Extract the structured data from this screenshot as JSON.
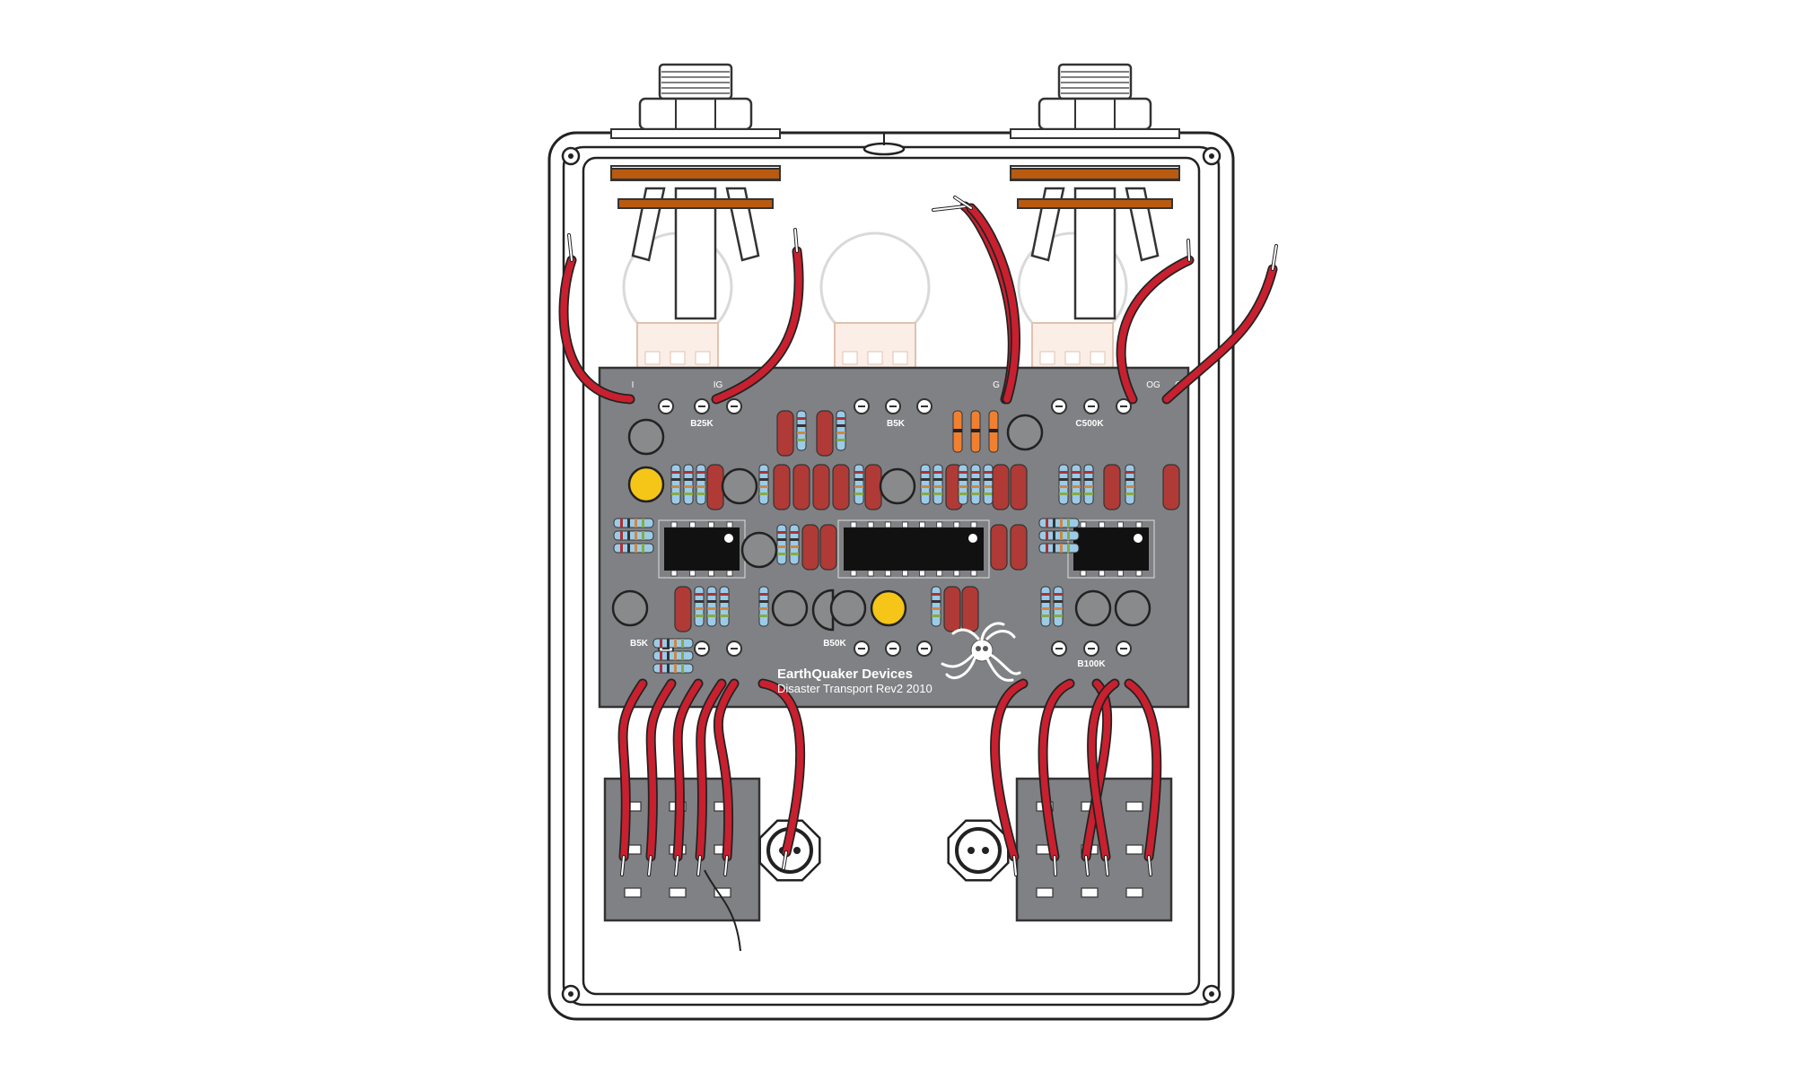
{
  "diagram": {
    "brand_text": "EarthQuaker Devices",
    "model_text": "Disaster Transport Rev2 2010",
    "pot_labels": [
      "B25K",
      "B5K",
      "C500K",
      "B5K",
      "B50K",
      "B100K"
    ],
    "pad_labels": [
      "I",
      "IG",
      "G",
      "OG",
      "O"
    ],
    "colors": {
      "enclosure_fill": "#ffffff",
      "enclosure_stroke": "#222222",
      "pcb_fill": "#808184",
      "wire_red": "#c8202f",
      "resistor_blue": "#9ccbe8",
      "capacitor_red": "#b03a36",
      "ic_black": "#111111",
      "washer_orange": "#b85a10",
      "electrolytic_yellow": "#f5c518"
    },
    "icons": {
      "jack": "input-output-jack-icon",
      "pot": "potentiometer-icon",
      "switch": "footswitch-icon",
      "led": "led-bezel-icon",
      "logo": "octopus-skull-logo"
    }
  }
}
